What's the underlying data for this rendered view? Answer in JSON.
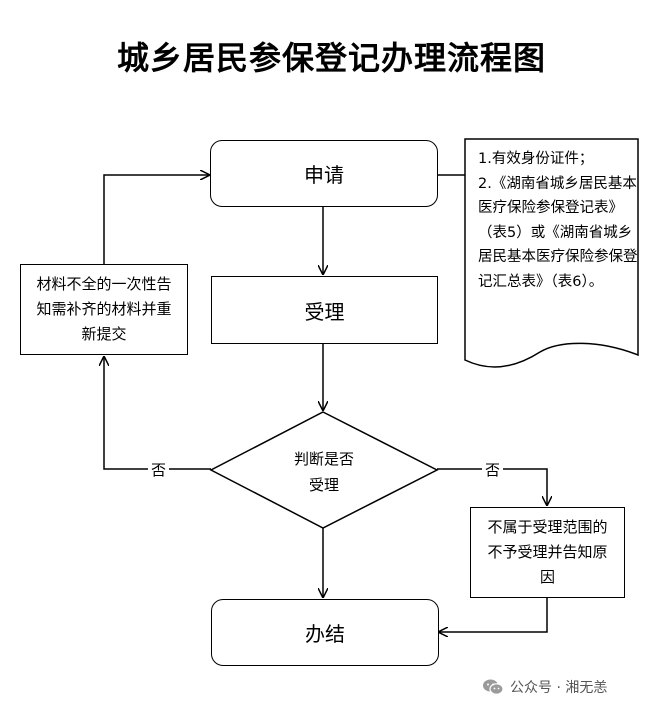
{
  "title": "城乡居民参保登记办理流程图",
  "nodes": {
    "apply": "申请",
    "accept": "受理",
    "decision_line1": "判断是否",
    "decision_line2": "受理",
    "finish": "办结",
    "incomplete": "材料不全的一次性告知需补齐的材料并重新提交",
    "reject": "不属于受理范围的不予受理并告知原因"
  },
  "edges": {
    "no_left": "否",
    "no_right": "否"
  },
  "note": {
    "line1": "1.有效身份证件；",
    "line2": "2.《湖南省城乡居民基本医疗保险参保登记表》（表5）或《湖南省城乡居民基本医疗保险参保登记汇总表》（表6）。"
  },
  "footer": {
    "text": "公众号 · 湘无恙"
  }
}
